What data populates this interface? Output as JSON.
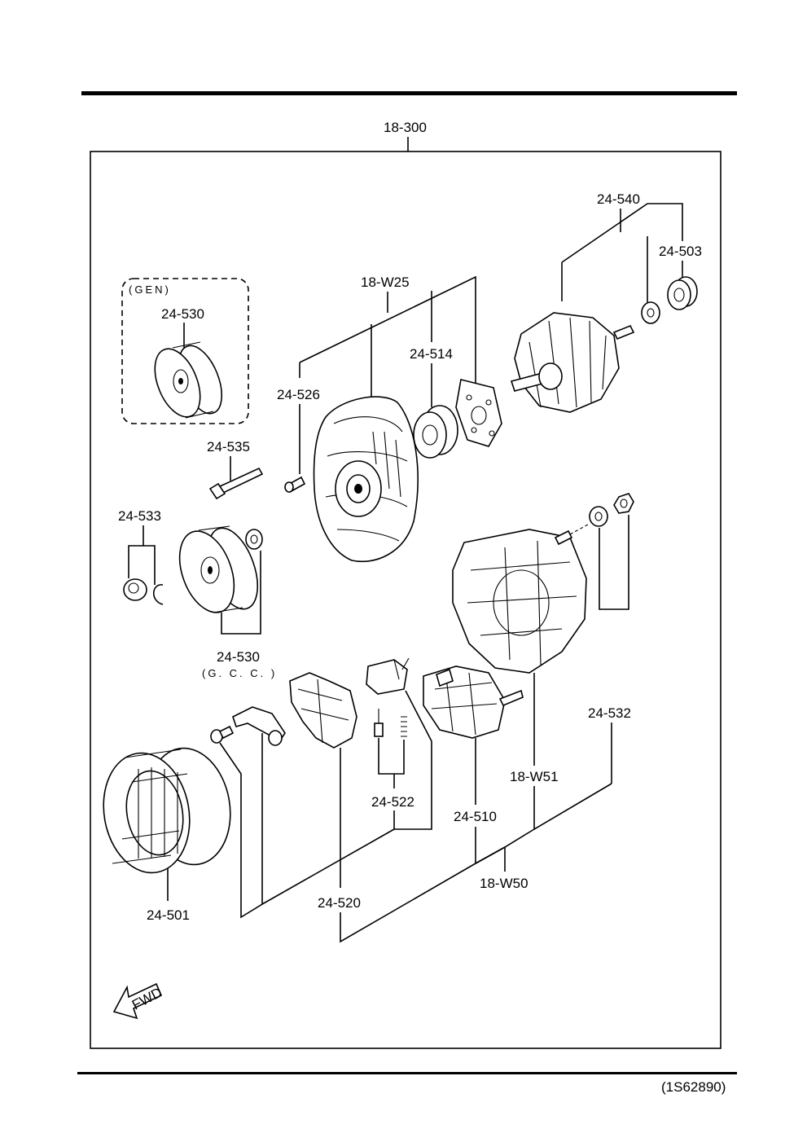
{
  "diagram": {
    "assembly_label": "18-300",
    "gen_group_label": "(GEN)",
    "gcc_label": "(G. C. C. )",
    "fwd_label": "FWD",
    "figure_code": "(1S62890)",
    "labels": {
      "p24_540": "24-540",
      "p24_503": "24-503",
      "p18_w25": "18-W25",
      "p24_530_gen": "24-530",
      "p24_514": "24-514",
      "p24_526": "24-526",
      "p24_535": "24-535",
      "p24_533": "24-533",
      "p24_530_gcc": "24-530",
      "p24_532": "24-532",
      "p18_w51": "18-W51",
      "p24_522": "24-522",
      "p24_510": "24-510",
      "p18_w50": "18-W50",
      "p24_520": "24-520",
      "p24_501": "24-501"
    }
  }
}
